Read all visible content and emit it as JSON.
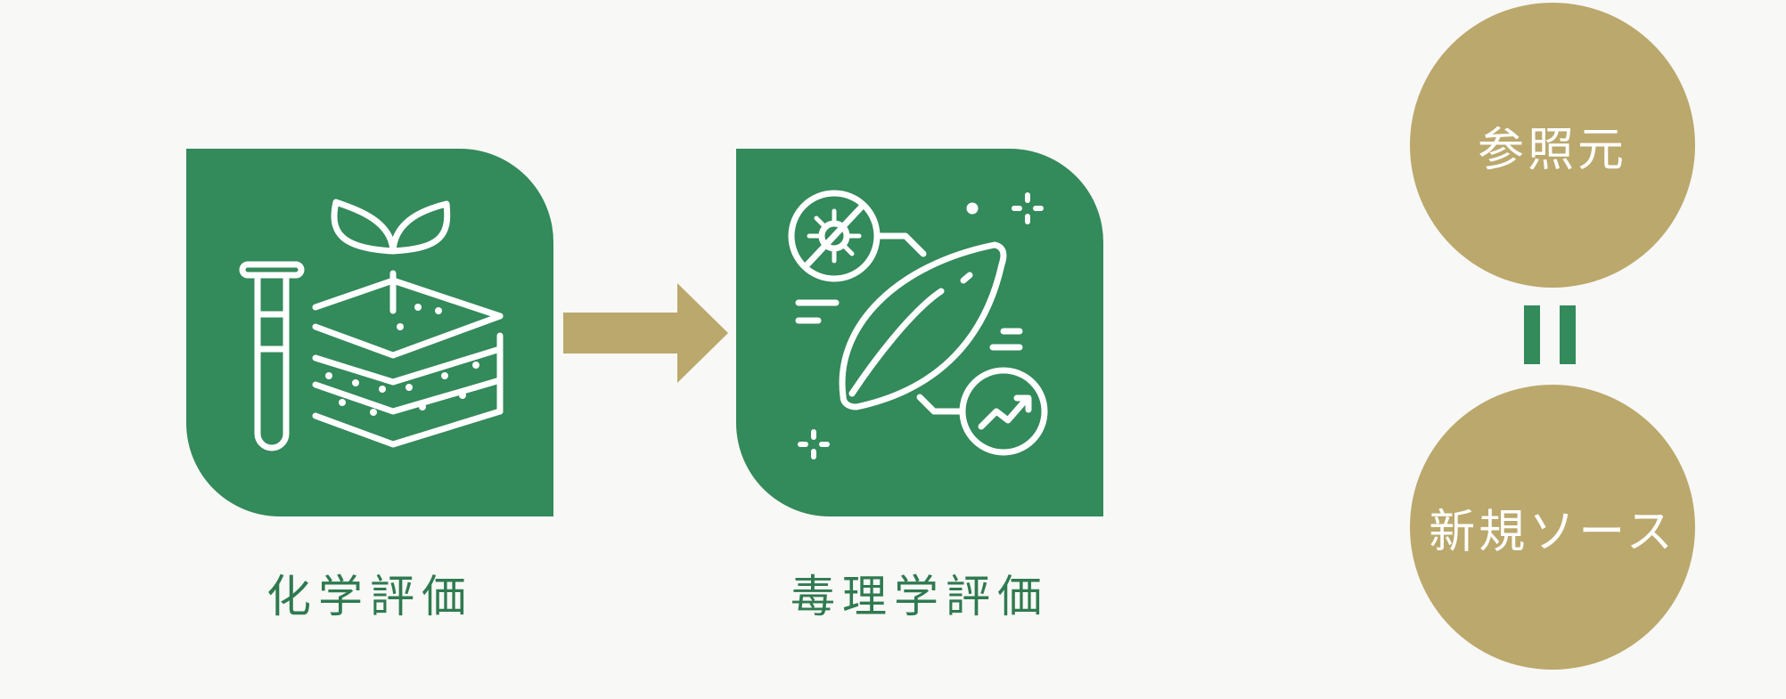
{
  "nodes": {
    "chemical": {
      "label": "化学評価",
      "icon": "test-tube-soil-sprout-icon"
    },
    "toxicology": {
      "label": "毒理学評価",
      "icon": "leaf-microbe-analysis-icon"
    }
  },
  "sources": {
    "reference": "参照元",
    "new": "新規ソース",
    "relation": "equals"
  },
  "colors": {
    "green": "#338a5a",
    "gold": "#bba86c",
    "background": "#f8f8f6",
    "label_text": "#2f7a50"
  }
}
